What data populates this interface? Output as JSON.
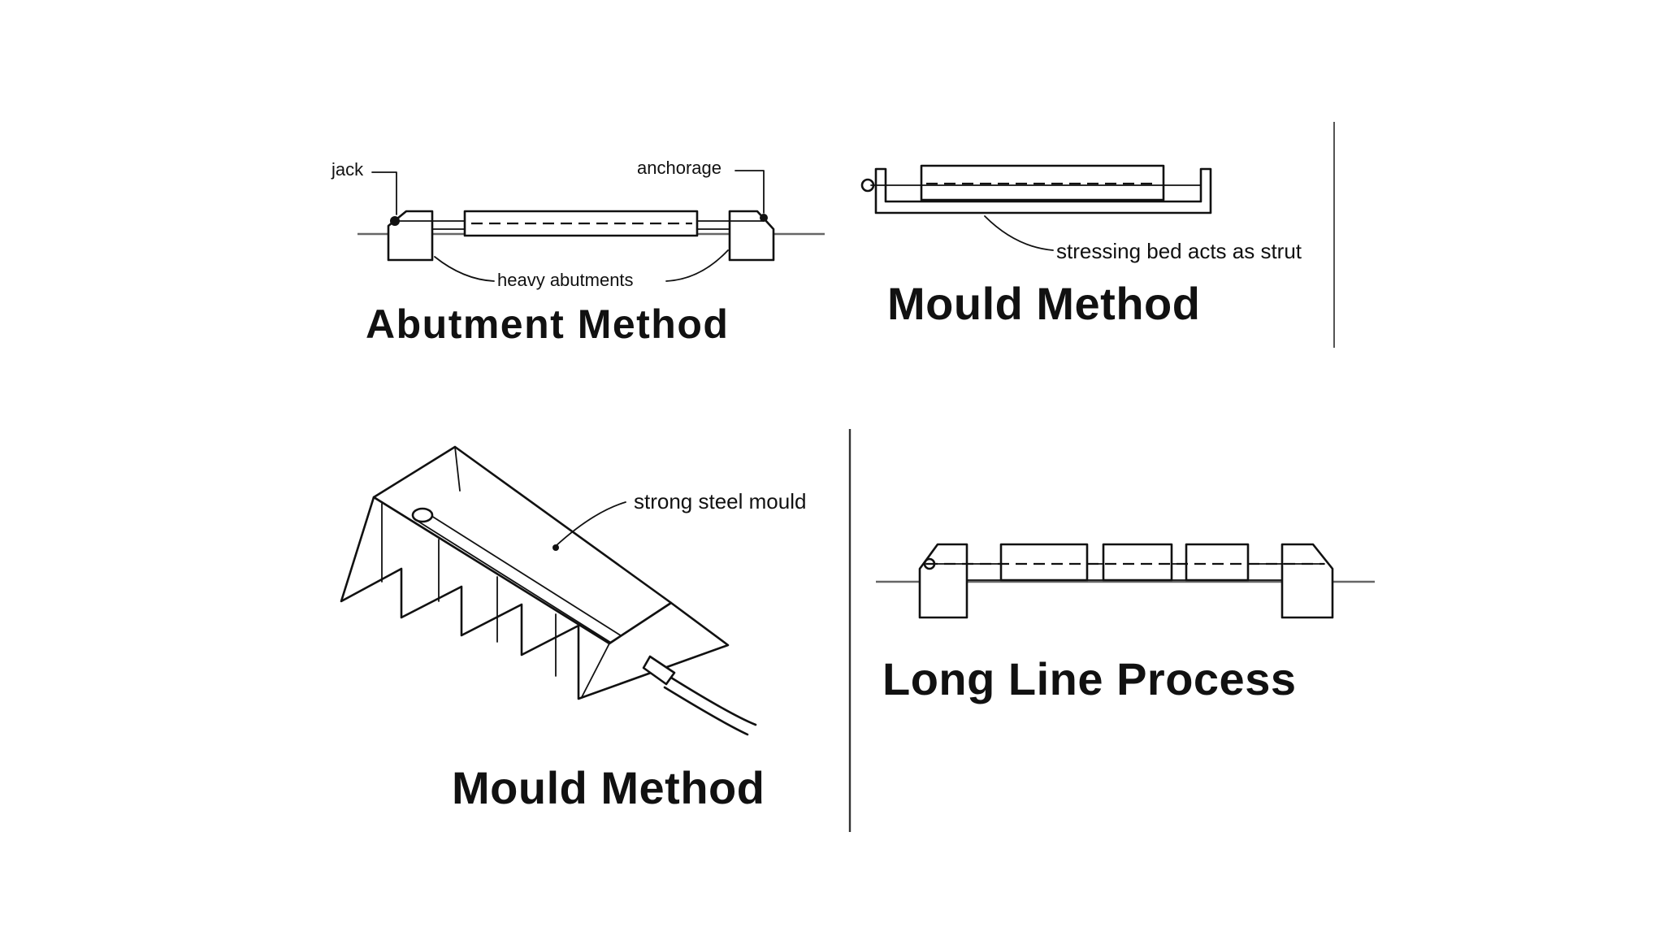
{
  "panels": {
    "abutment": {
      "title": "Abutment Method",
      "labels": {
        "jack": "jack",
        "anchorage": "anchorage",
        "heavy_abutments": "heavy abutments"
      }
    },
    "mould_bed": {
      "title": "Mould Method",
      "labels": {
        "strut": "stressing bed acts as strut"
      }
    },
    "mould_steel": {
      "title": "Mould Method",
      "labels": {
        "steel_mould": "strong steel mould"
      }
    },
    "long_line": {
      "title": "Long Line Process"
    }
  }
}
